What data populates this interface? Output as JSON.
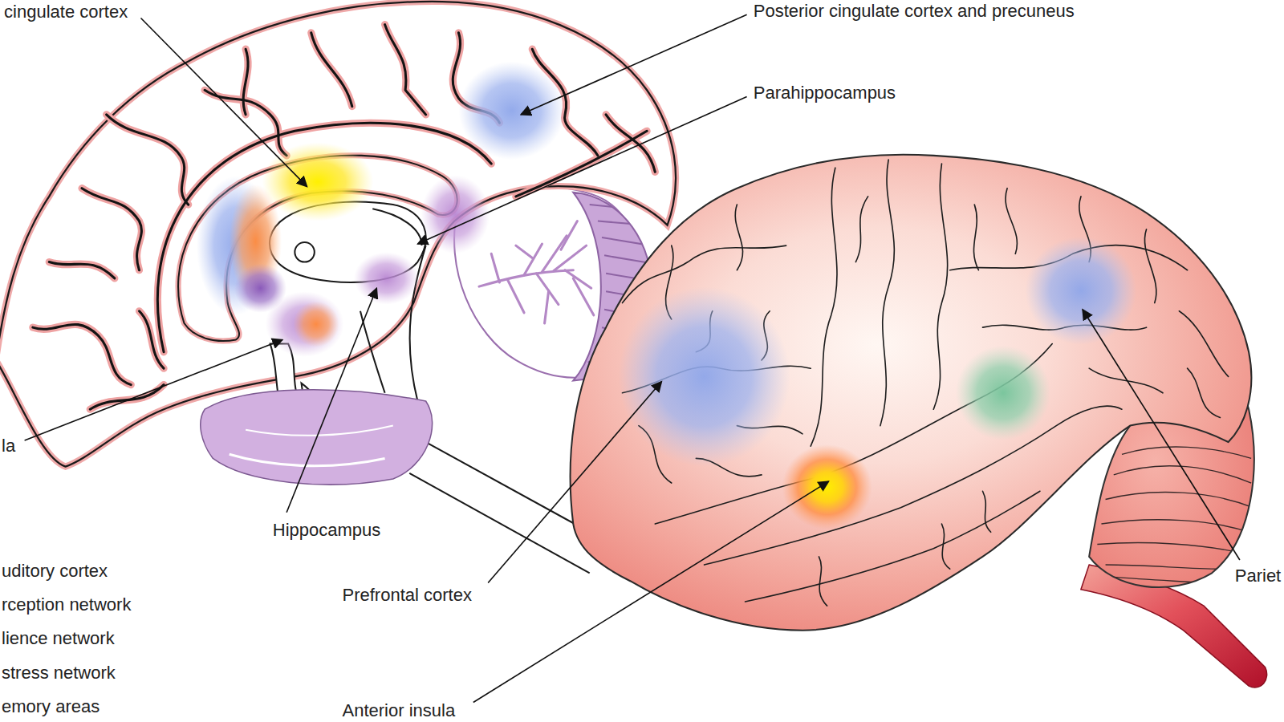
{
  "diagram": {
    "labels": [
      "cingulate cortex",
      "Posterior cingulate cortex and precuneus",
      "Parahippocampus",
      "la",
      "Hippocampus",
      "Prefrontal cortex",
      "Anterior insula",
      "Pariet",
      "uditory cortex",
      "rception network",
      "lience network",
      "stress network",
      "emory areas"
    ]
  }
}
